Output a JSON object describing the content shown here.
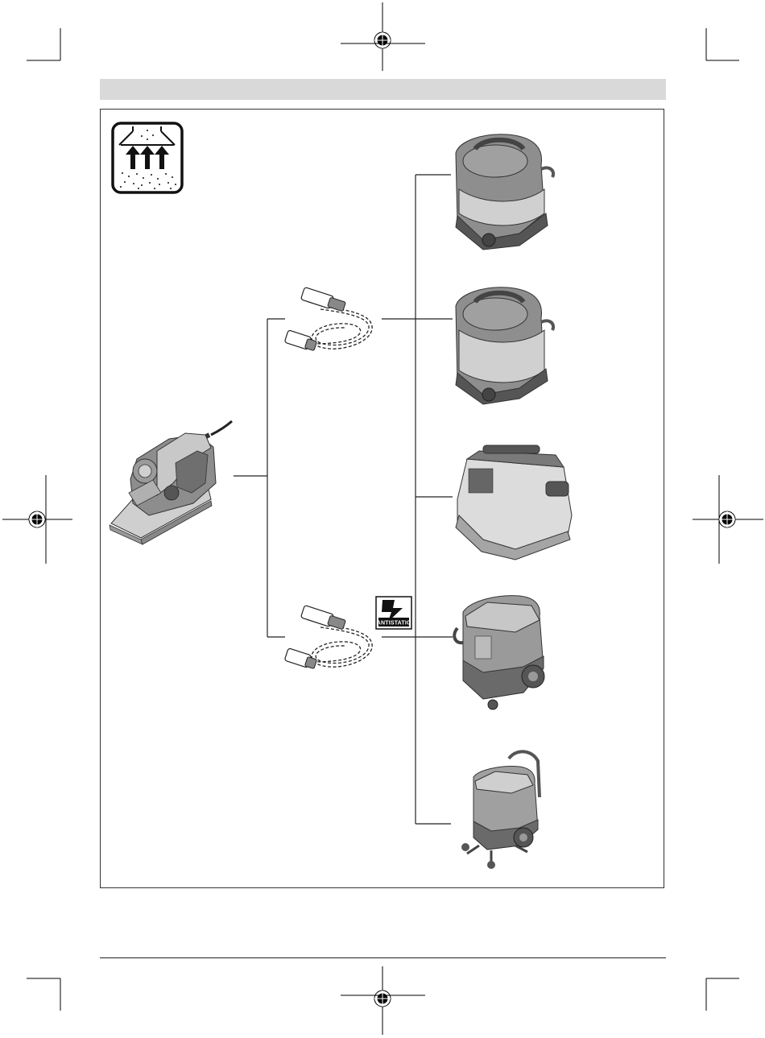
{
  "page": {
    "header_bar": "",
    "footer": ""
  },
  "symbols": {
    "dust_extraction_icon": "dust-extraction-icon",
    "antistatic_badge": {
      "label": "ANTISTATIC"
    }
  },
  "products": {
    "tool": "planer-tool",
    "hoses": [
      "standard-hose",
      "antistatic-hose"
    ],
    "vacuums": [
      "vacuum-small",
      "vacuum-medium",
      "vacuum-compact",
      "vacuum-large-wheeled",
      "vacuum-xl-trolley"
    ]
  },
  "colors": {
    "frame": "#333333",
    "header_bar": "#d9d9d9",
    "device_body": "#8c8c8c",
    "device_dark": "#555555",
    "device_light": "#d6d6d6"
  }
}
